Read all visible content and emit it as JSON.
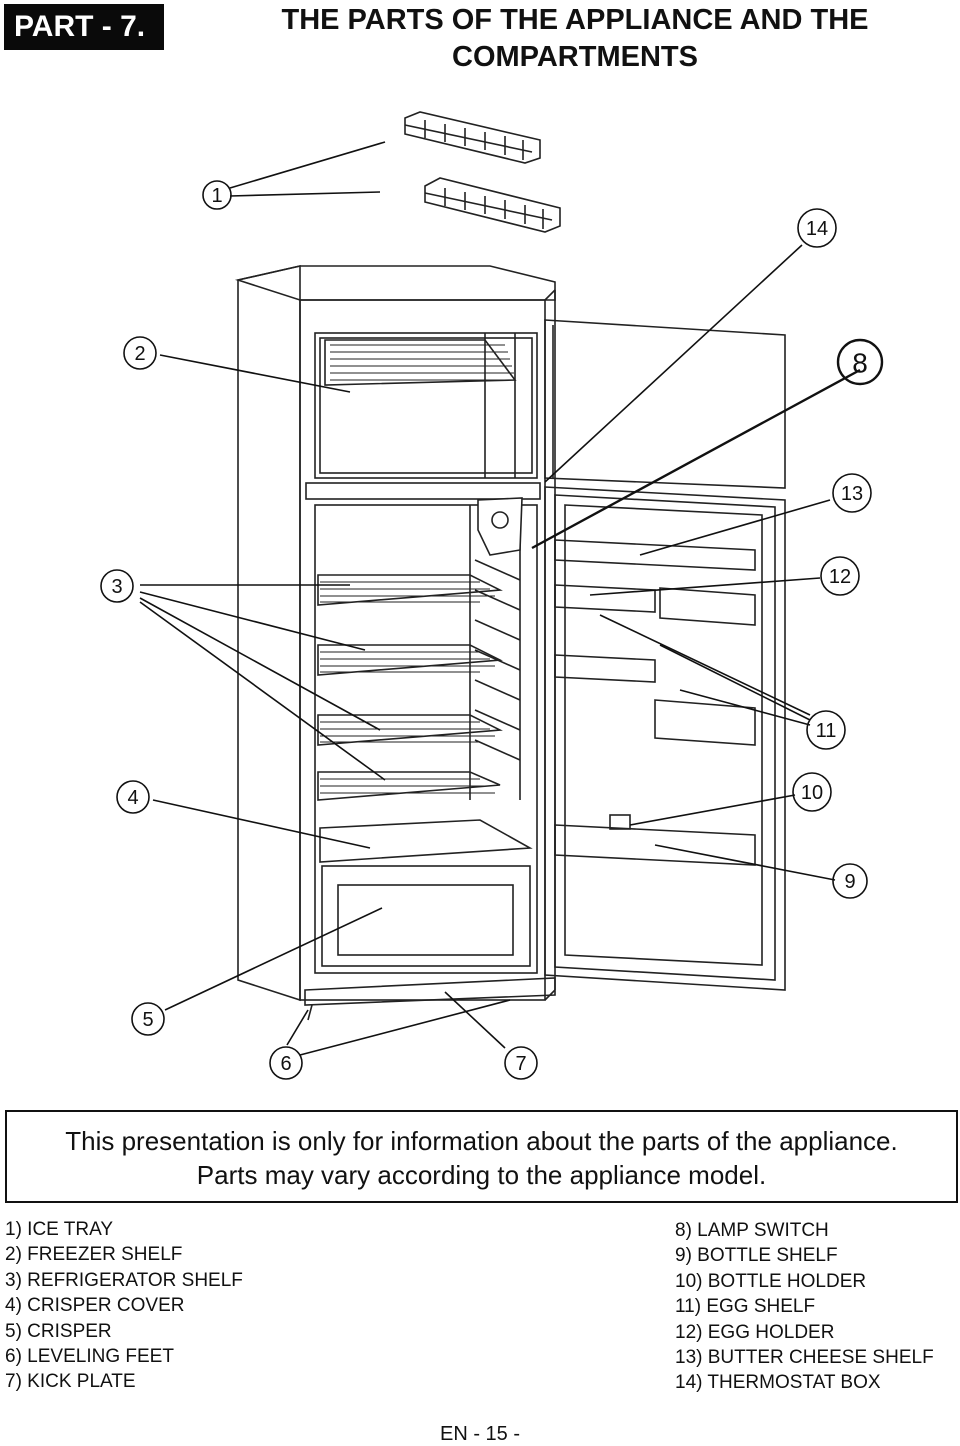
{
  "header": {
    "part_label": "PART - 7.",
    "title_line1": "THE PARTS OF THE APPLIANCE AND THE",
    "title_line2": "COMPARTMENTS"
  },
  "diagram": {
    "callouts": [
      "1",
      "2",
      "3",
      "4",
      "5",
      "6",
      "7",
      "8",
      "9",
      "10",
      "11",
      "12",
      "13",
      "14"
    ]
  },
  "notice": {
    "line1": "This presentation  is only for information about the parts of the appliance.",
    "line2": "Parts may vary according to the appliance model."
  },
  "legend_left": [
    "1) ICE TRAY",
    "2) FREEZER SHELF",
    "3) REFRIGERATOR SHELF",
    "4) CRISPER COVER",
    "5) CRISPER",
    "6) LEVELING FEET",
    "7) KICK PLATE"
  ],
  "legend_right": [
    "8) LAMP SWITCH",
    "9) BOTTLE SHELF",
    "10) BOTTLE HOLDER",
    "11) EGG SHELF",
    "12) EGG HOLDER",
    "13) BUTTER CHEESE SHELF",
    "14) THERMOSTAT BOX"
  ],
  "footer": {
    "page_number": "EN - 15 -"
  }
}
